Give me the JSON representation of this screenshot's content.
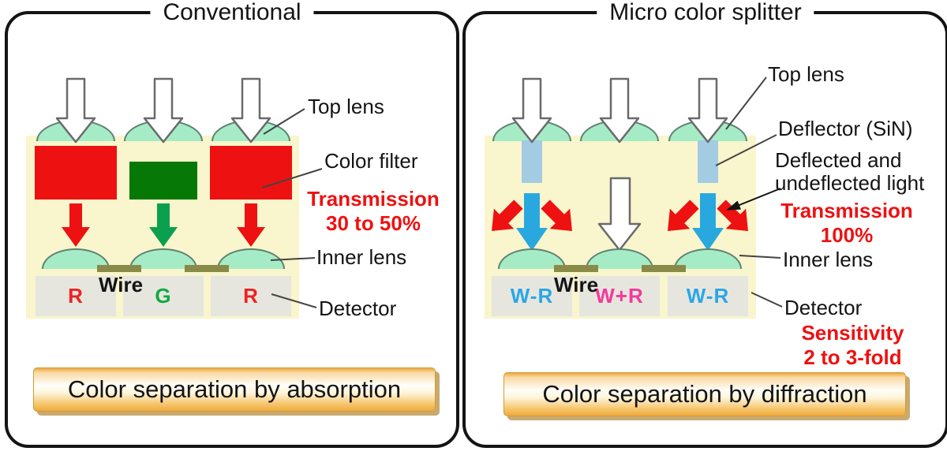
{
  "left_panel": {
    "title": "Conventional",
    "labels": {
      "top_lens": "Top lens",
      "color_filter": "Color filter",
      "inner_lens": "Inner lens",
      "detector": "Detector",
      "wire": "Wire"
    },
    "annotation": {
      "line1": "Transmission",
      "line2": "30 to 50%"
    },
    "detector_labels": [
      "R",
      "G",
      "R"
    ],
    "caption": "Color separation by absorption"
  },
  "right_panel": {
    "title": "Micro color splitter",
    "labels": {
      "top_lens": "Top lens",
      "deflector": "Deflector (SiN)",
      "deflected_line1": "Deflected and",
      "deflected_line2": "undeflected light",
      "inner_lens": "Inner lens",
      "detector": "Detector",
      "wire": "Wire"
    },
    "transmission": {
      "line1": "Transmission",
      "line2": "100%"
    },
    "sensitivity": {
      "line1": "Sensitivity",
      "line2": "2 to 3-fold"
    },
    "detector_labels": [
      "W-R",
      "W+R",
      "W-R"
    ],
    "caption": "Color separation by diffraction"
  },
  "colors": {
    "panel_border": "#141414",
    "substrate_yellow": "#f9f5cc",
    "lens_mint": "#a5ecc6",
    "lens_outline": "#5f8274",
    "filter_red": "#ee1111",
    "filter_green": "#067806",
    "arrow_green": "#0aa04e",
    "arrow_blue": "#29a8e0",
    "arrow_red": "#ee1111",
    "deflector_blue": "#a3cbe2",
    "wire_olive": "#8a8a48",
    "detector_gray": "#e6e6df",
    "label_blue": "#2ba6e8",
    "label_magenta": "#f3399c",
    "annotation_red": "#ee1111",
    "button_orange": "#efa93f"
  }
}
